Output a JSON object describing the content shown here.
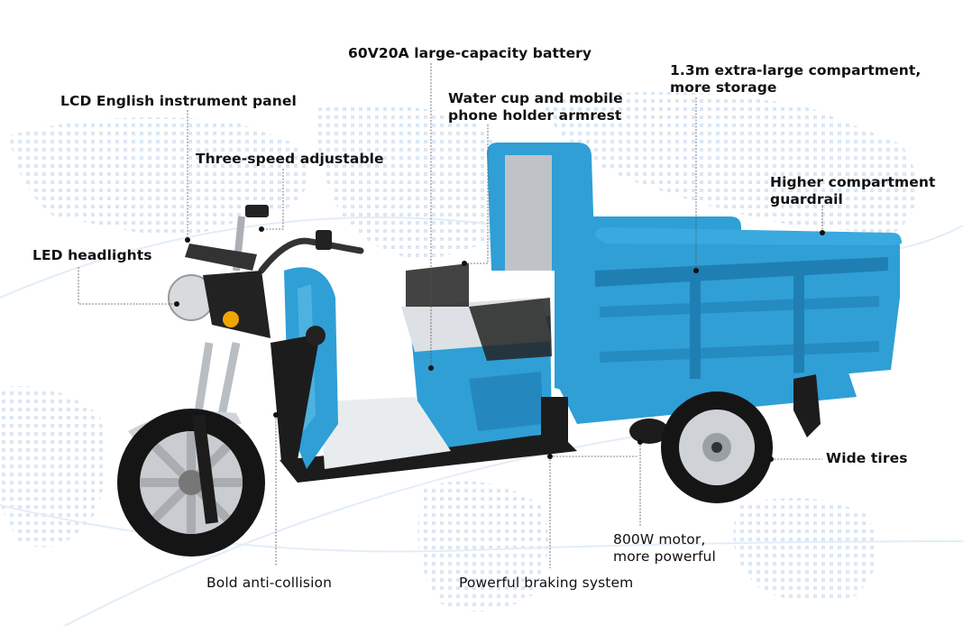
{
  "infographic": {
    "subject": "Electric cargo tricycle",
    "colors": {
      "body_blue": "#2f9fd6",
      "body_blue_dark": "#1f7fb3",
      "frame_black": "#1c1c1c",
      "tire_black": "#151515",
      "rim_silver": "#c9ccd0",
      "map_dots": "#d6e4f2",
      "label_text": "#111111",
      "leader_line": "#555555"
    },
    "callouts": {
      "battery": {
        "lines": [
          "60V20A large-capacity battery"
        ]
      },
      "lcd_panel": {
        "lines": [
          "LCD English instrument panel"
        ]
      },
      "armrest": {
        "lines": [
          "Water cup and mobile",
          "phone holder armrest"
        ]
      },
      "compartment": {
        "lines": [
          "1.3m extra-large compartment,",
          "more storage"
        ]
      },
      "three_speed": {
        "lines": [
          "Three-speed adjustable"
        ]
      },
      "guardrail": {
        "lines": [
          "Higher compartment",
          "guardrail"
        ]
      },
      "headlights": {
        "lines": [
          "LED headlights"
        ]
      },
      "wide_tires": {
        "lines": [
          "Wide tires"
        ]
      },
      "motor": {
        "lines": [
          "800W motor,",
          "more powerful"
        ]
      },
      "anti_collision": {
        "lines": [
          "Bold anti-collision"
        ]
      },
      "braking": {
        "lines": [
          "Powerful braking system"
        ]
      }
    }
  }
}
